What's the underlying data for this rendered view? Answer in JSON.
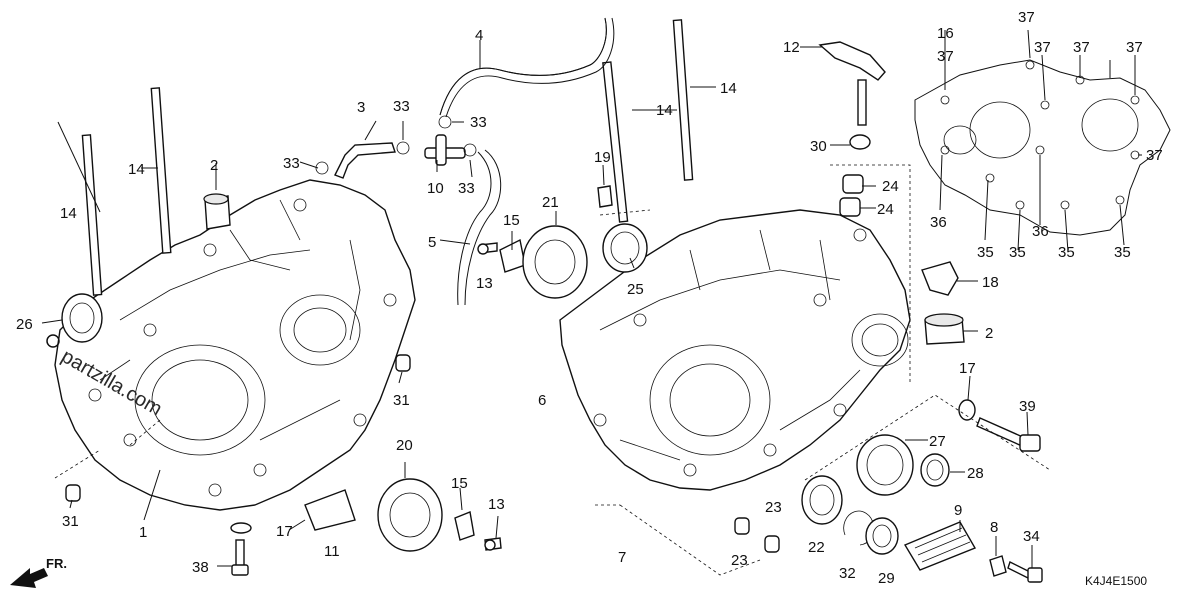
{
  "diagram": {
    "watermark": "partzilla.com",
    "diagram_code": "K4J4E1500",
    "direction_label": "FR.",
    "callouts": {
      "c1": "1",
      "c2a": "2",
      "c2b": "2",
      "c3": "3",
      "c4": "4",
      "c5": "5",
      "c6": "6",
      "c7": "7",
      "c8": "8",
      "c9": "9",
      "c10": "10",
      "c11": "11",
      "c12": "12",
      "c13a": "13",
      "c13b": "13",
      "c14a": "14",
      "c14b": "14",
      "c14c": "14",
      "c14d": "14",
      "c15a": "15",
      "c15b": "15",
      "c16": "16",
      "c17a": "17",
      "c17b": "17",
      "c18": "18",
      "c19": "19",
      "c20": "20",
      "c21": "21",
      "c22": "22",
      "c23a": "23",
      "c23b": "23",
      "c24a": "24",
      "c24b": "24",
      "c25": "25",
      "c26": "26",
      "c27": "27",
      "c28": "28",
      "c29": "29",
      "c30": "30",
      "c31a": "31",
      "c31b": "31",
      "c32": "32",
      "c33a": "33",
      "c33b": "33",
      "c33c": "33",
      "c33d": "33",
      "c34": "34",
      "c35a": "35",
      "c35b": "35",
      "c35c": "35",
      "c35d": "35",
      "c36a": "36",
      "c36b": "36",
      "c37a": "37",
      "c37b": "37",
      "c37c": "37",
      "c37d": "37",
      "c37e": "37",
      "c37f": "37",
      "c38": "38",
      "c39": "39"
    }
  }
}
